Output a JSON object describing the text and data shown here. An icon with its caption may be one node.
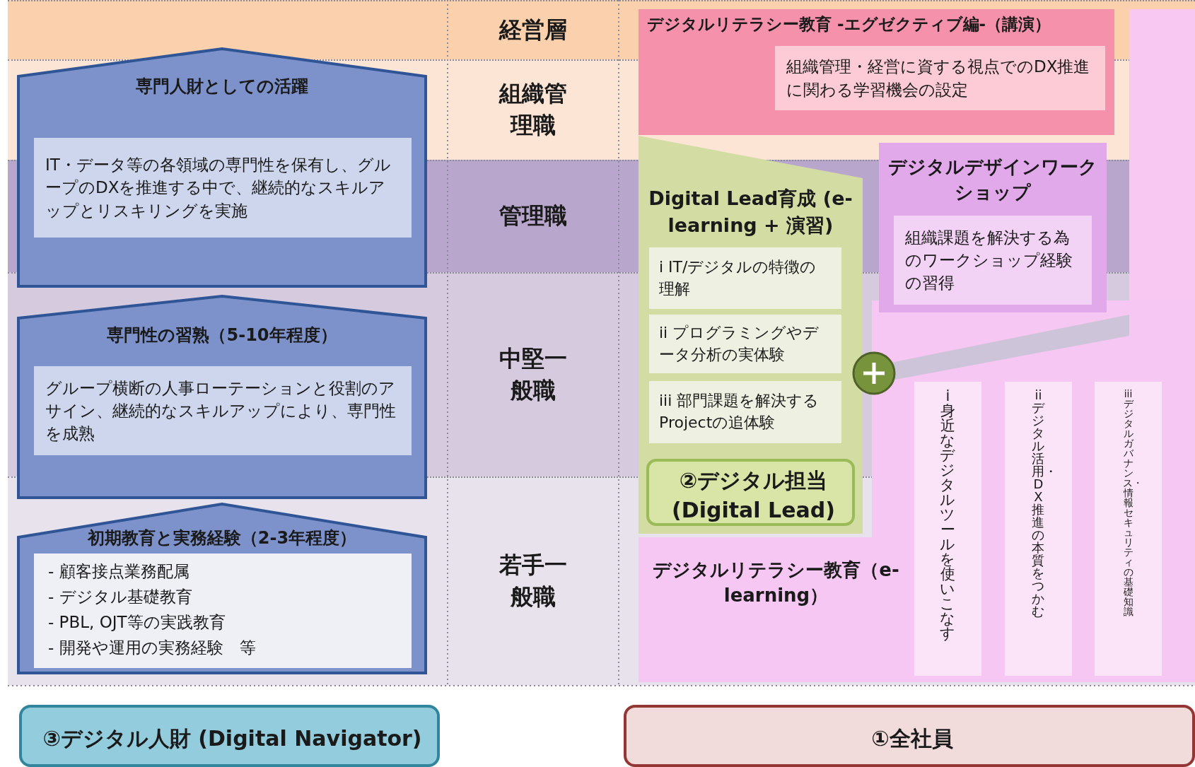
{
  "diagram": {
    "nodes": [
      {
        "text": [
          "専門人財としての活躍",
          "IT・データ等の各領域の専門性を保有し、グループのDXを推進する中で、継続的なスキルアップとリスキリングを実施"
        ]
      },
      {
        "text": [
          "デジタルリテラシー教育 -エグゼクティブ編-（講演）"
        ]
      },
      {
        "text": [
          "組織管理・経営に資する視点でのDX推進に関わる学習機会の設定"
        ],
        "in": 1
      },
      {
        "text": [
          "Digital Lead育成 (e-learning + 演習)"
        ]
      },
      {
        "text": [
          "i IT/デジタルの特徴の理解"
        ],
        "in": 3
      },
      {
        "text": [
          "ii プログラミングやデータ分析の実体験"
        ],
        "in": 3
      },
      {
        "text": [
          "iii 部門課題を解決するProjectの追体験"
        ],
        "in": 3
      },
      {
        "text": [
          "②デジタル担当 (Digital Lead)"
        ],
        "in": 3
      },
      {
        "text": [
          "デジタルデザインワークショップ"
        ]
      },
      {
        "text": [
          "組織課題を解決する為のワークショップ経験の習得"
        ],
        "in": 8
      },
      {
        "text": [
          "専門性の習熟（5-10年程度）",
          "グループ横断の人事ローテーションと役割のアサイン、継続的なスキルアップにより、専門性を成熟"
        ]
      },
      {
        "text": [
          "デジタルリテラシー教育（e-learning）"
        ]
      },
      {
        "text": [
          "i 身近なデジタルツールを使いこなす"
        ],
        "in": 11
      },
      {
        "text": [
          "ii デジタル活用・DX推進の本質をつかむ"
        ],
        "in": 11
      },
      {
        "text": [
          "iii デジタルガバナンス・情報セキュリティの基礎知識"
        ],
        "in": 11
      },
      {
        "text": [
          "初期教育と実務経験（2-3年程度）",
          "- 顧客接点業務配属",
          "- デジタル基礎教育",
          "- PBL, OJT等の実践教育",
          "- 開発や運用の実務経験　等"
        ]
      },
      {
        "text": [
          "③デジタル人財 (Digital Navigator)"
        ]
      },
      {
        "text": [
          "①全社員"
        ]
      }
    ],
    "labels": [
      "経営層",
      "組織管理職",
      "管理職",
      "中堅一般職",
      "若手一般職"
    ]
  }
}
